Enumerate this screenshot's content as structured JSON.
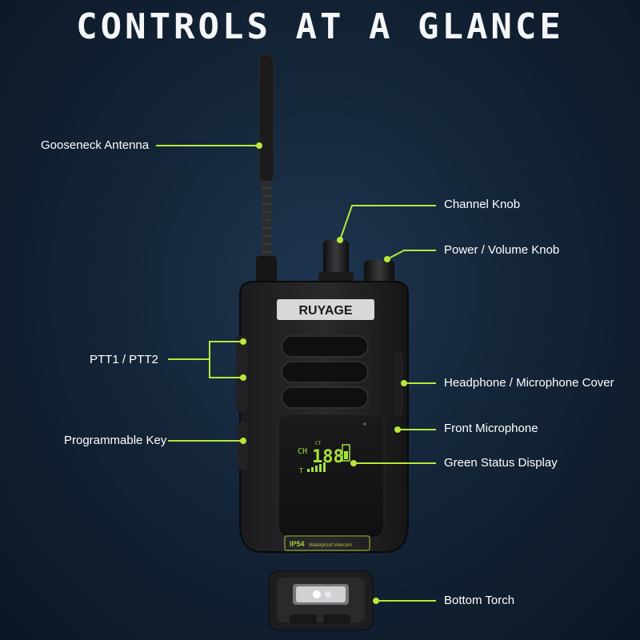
{
  "title": "CONTROLS AT A GLANCE",
  "accent_color": "#b8e83a",
  "device": {
    "brand": "RUYAGE",
    "rating": "IP54",
    "rating_note": "Waterproof intercom",
    "display": {
      "ch_label": "CH",
      "ct_label": "CT",
      "digits": "188",
      "t_label": "T"
    }
  },
  "callouts": {
    "gooseneck_antenna": "Gooseneck Antenna",
    "channel_knob": "Channel Knob",
    "power_volume_knob": "Power / Volume Knob",
    "ptt": "PTT1 / PTT2",
    "headphone_cover": "Headphone / Microphone Cover",
    "front_microphone": "Front Microphone",
    "programmable_key": "Programmable Key",
    "green_status_display": "Green Status Display",
    "bottom_torch": "Bottom Torch"
  }
}
